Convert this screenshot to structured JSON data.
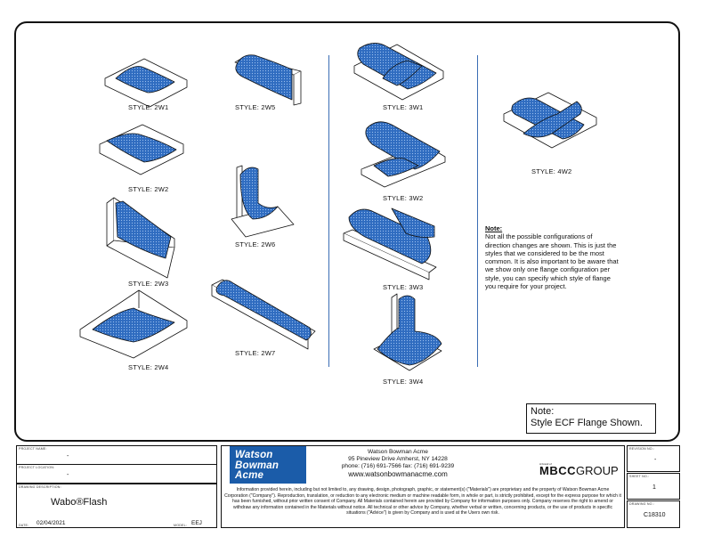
{
  "styles": {
    "s2w1": "STYLE: 2W1",
    "s2w2": "STYLE: 2W2",
    "s2w3": "STYLE: 2W3",
    "s2w4": "STYLE: 2W4",
    "s2w5": "STYLE: 2W5",
    "s2w6": "STYLE: 2W6",
    "s2w7": "STYLE: 2W7",
    "s3w1": "STYLE: 3W1",
    "s3w2": "STYLE: 3W2",
    "s3w3": "STYLE: 3W3",
    "s3w4": "STYLE: 3W4",
    "s4w2": "STYLE: 4W2"
  },
  "note": {
    "heading": "Note:",
    "body": "Not all the possible configurations of direction changes are shown. This is just the styles that we considered to be the most common. It is also important to be aware that we show only one flange configuration per style, you can specify which style of flange you require for your project."
  },
  "flange_note": {
    "line1": "Note:",
    "line2": "Style ECF Flange Shown."
  },
  "title_block": {
    "project_name_label": "PROJECT NAME:",
    "project_name": "-",
    "project_location_label": "PROJECT LOCATION:",
    "project_location": "-",
    "drawing_desc_label": "DRAWING DESCRIPTION:",
    "drawing_desc": "Wabo®Flash",
    "date_label": "DATE:",
    "date": "02/04/2021",
    "model_label": "MODEL:",
    "model": "EEJ",
    "logo_line1": "Watson",
    "logo_line2": "Bowman",
    "logo_line3": "Acme",
    "company": "Watson Bowman Acme",
    "address": "95 Pineview Drive Amherst, NY 14228",
    "phone": "phone: (716) 691-7566  fax: (716) 691-9239",
    "website": "www.watsonbowmanacme.com",
    "group_tagline": "A brand of",
    "group_name_bold": "MBCC",
    "group_name": "GROUP",
    "disclaimer": "Information provided herein, including but not limited to, any drawing, design, photograph, graphic, or statement(s) (\"Materials\") are proprietary and the property of Watson Bowman Acme Corporation (\"Company\"). Reproduction, translation, or reduction to any electronic medium or machine readable form, in whole or part, is strictly prohibited, except for the express purpose for which it has been furnished, without prior written consent of Company. All Materials contained herein are provided by Company for information purposes only. Company reserves the right to amend or withdraw any information contained in the Materials without notice. All technical or other advice by Company, whether verbal or written, concerning products, or the use of products in specific situations (\"Advice\") is given by Company and is used at the Users own risk.",
    "revision_label": "REVISION NO.:",
    "revision": "-",
    "sheet_label": "SHEET NO.:",
    "sheet": "1",
    "drawing_no_label": "DRAWING NO.:",
    "drawing_no": "C18310"
  },
  "colors": {
    "seal_blue": "#2f6cc0",
    "divider_blue": "#3b6db5",
    "logo_blue": "#1b5ca9"
  }
}
